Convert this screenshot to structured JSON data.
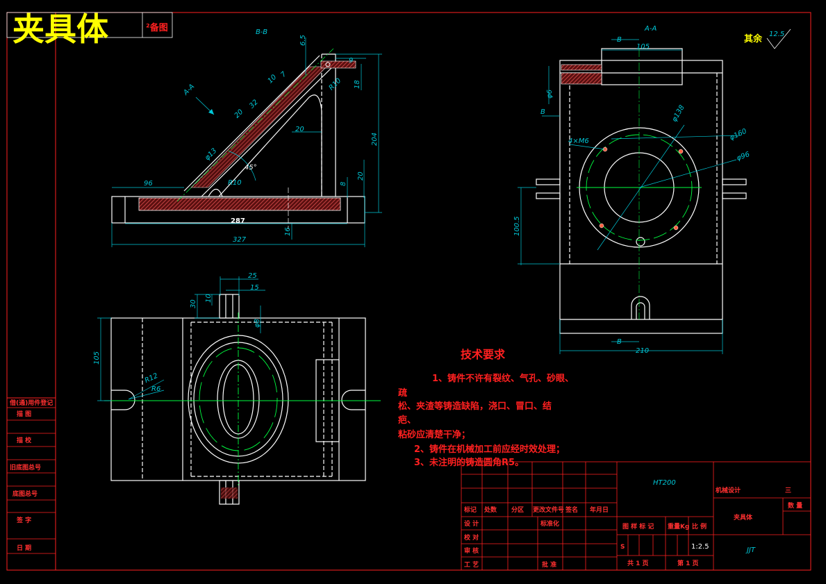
{
  "title": {
    "main": "夹具体",
    "sheet_tag": "²备图",
    "roughness_label": "其余",
    "roughness_value": "12.5"
  },
  "views": {
    "bb_label": "B-B",
    "aa_label": "A-A",
    "aa_marker": "A-A",
    "b_marker": "B"
  },
  "dimensions": {
    "bb": {
      "d6_5": "6.5",
      "d9": "9",
      "d7": "7",
      "d18": "18",
      "d10": "10",
      "r10a": "R10",
      "d32": "32",
      "d20a": "20",
      "d20b": "20",
      "d204": "204",
      "phi13": "φ13",
      "deg45": "45°",
      "r10b": "R10",
      "d96": "96",
      "d8": "8",
      "d20c": "20",
      "d287": "287",
      "d16": "16",
      "d327": "327"
    },
    "aa": {
      "d105": "105",
      "phi6": "φ6",
      "phi138": "φ138",
      "phi160": "φ160",
      "m6": "4×M6",
      "phi96": "φ96",
      "d100_5": "100.5",
      "d210": "210"
    },
    "plan": {
      "d25": "25",
      "d15": "15",
      "d30": "30",
      "d10": "10",
      "phi8": "φ8",
      "d105": "105",
      "r12": "R12",
      "r6": "R6"
    }
  },
  "tech_requirements": {
    "heading": "技术要求",
    "line1": "1、铸件不许有裂纹、气孔、砂眼、",
    "line2": "疏",
    "line3": "松、夹渣等铸造缺陷，浇口、冒口、结",
    "line4": "疤、",
    "line5": "粘砂应清楚干净；",
    "line6": "2、铸件在机械加工前应经时效处理；",
    "line7": "3、未注明的铸造圆角R5。"
  },
  "left_strip": [
    "借(通)用件登记",
    "描 图",
    "描 校",
    "旧底图总号",
    "底图总号",
    "签 字",
    "日 期"
  ],
  "title_block": {
    "material": "HT200",
    "school": "机械设计",
    "sheet_no": "三",
    "part_name": "夹具体",
    "qty_label": "数 量",
    "drawing_code": "JJT",
    "header": [
      "标记",
      "处数",
      "分区",
      "更改文件号",
      "签名",
      "年月日"
    ],
    "rows": [
      "设 计",
      "校 对",
      "审 核",
      "工 艺"
    ],
    "standard_label": "标准化",
    "approve_label": "批 准",
    "stage_header": [
      "图 样 标 记",
      "重量Kg",
      "比 例"
    ],
    "stage_mark": "S",
    "scale": "1:2.5",
    "sheets_total": "共 1 页",
    "sheet_current": "第 1 页"
  },
  "colors": {
    "border": "#ff2020",
    "outline": "#ffffff",
    "dimension": "#00c8d8",
    "centerline": "#00ff40",
    "hatch": "#c84040",
    "title_text": "#ffff00"
  }
}
